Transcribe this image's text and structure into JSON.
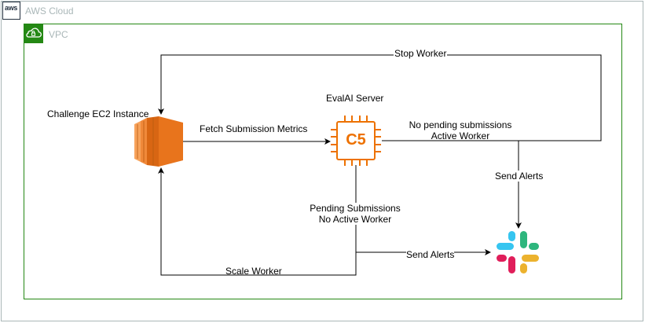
{
  "cloud": {
    "title": "AWS Cloud",
    "logo_text": "aws"
  },
  "vpc": {
    "title": "VPC"
  },
  "nodes": {
    "ec2": {
      "label": "Challenge EC2 Instance"
    },
    "evalai": {
      "label": "EvalAI Server",
      "chip_text": "C5"
    }
  },
  "edges": {
    "fetch": "Fetch Submission Metrics",
    "stop": "Stop Worker",
    "no_pending_1": "No pending submissions",
    "no_pending_2": "Active Worker",
    "send_alerts_right": "Send Alerts",
    "pending_1": "Pending Submissions",
    "pending_2": "No Active Worker",
    "send_alerts_bottom": "Send Alerts",
    "scale": "Scale Worker"
  },
  "colors": {
    "ec2_orange": "#e8741c",
    "chip_orange": "#ed7100",
    "vpc_green": "#248814",
    "cloud_border": "#aab7b8",
    "slack_blue": "#36c5f0",
    "slack_green": "#2eb67d",
    "slack_yellow": "#ecb22e",
    "slack_red": "#e01e5a"
  }
}
